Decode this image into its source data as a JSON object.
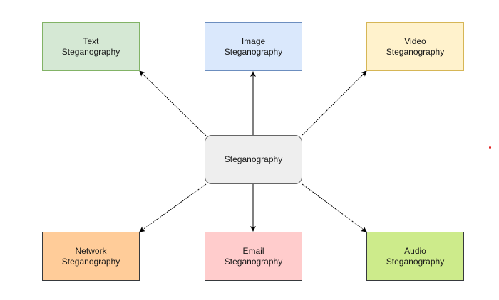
{
  "diagram": {
    "center": {
      "label": "Steganography",
      "fill": "#eeeeee",
      "stroke": "#666666"
    },
    "nodes": [
      {
        "id": "text",
        "label": "Text\nSteganography",
        "fill": "#d5e8d4",
        "stroke": "#82b366"
      },
      {
        "id": "image",
        "label": "Image\nSteganography",
        "fill": "#dae8fc",
        "stroke": "#6c8ebf"
      },
      {
        "id": "video",
        "label": "Video\nSteganography",
        "fill": "#fff2cc",
        "stroke": "#d6b656"
      },
      {
        "id": "network",
        "label": "Network\nSteganography",
        "fill": "#ffcc99",
        "stroke": "#36393d"
      },
      {
        "id": "email",
        "label": "Email\nSteganography",
        "fill": "#ffcccc",
        "stroke": "#36393d"
      },
      {
        "id": "audio",
        "label": "Audio\nSteganography",
        "fill": "#cdeb8b",
        "stroke": "#36393d"
      }
    ],
    "edges": [
      {
        "from": "center",
        "to": "text"
      },
      {
        "from": "center",
        "to": "image"
      },
      {
        "from": "center",
        "to": "video"
      },
      {
        "from": "center",
        "to": "network"
      },
      {
        "from": "center",
        "to": "email"
      },
      {
        "from": "center",
        "to": "audio"
      }
    ],
    "edge_color": "#000000"
  }
}
